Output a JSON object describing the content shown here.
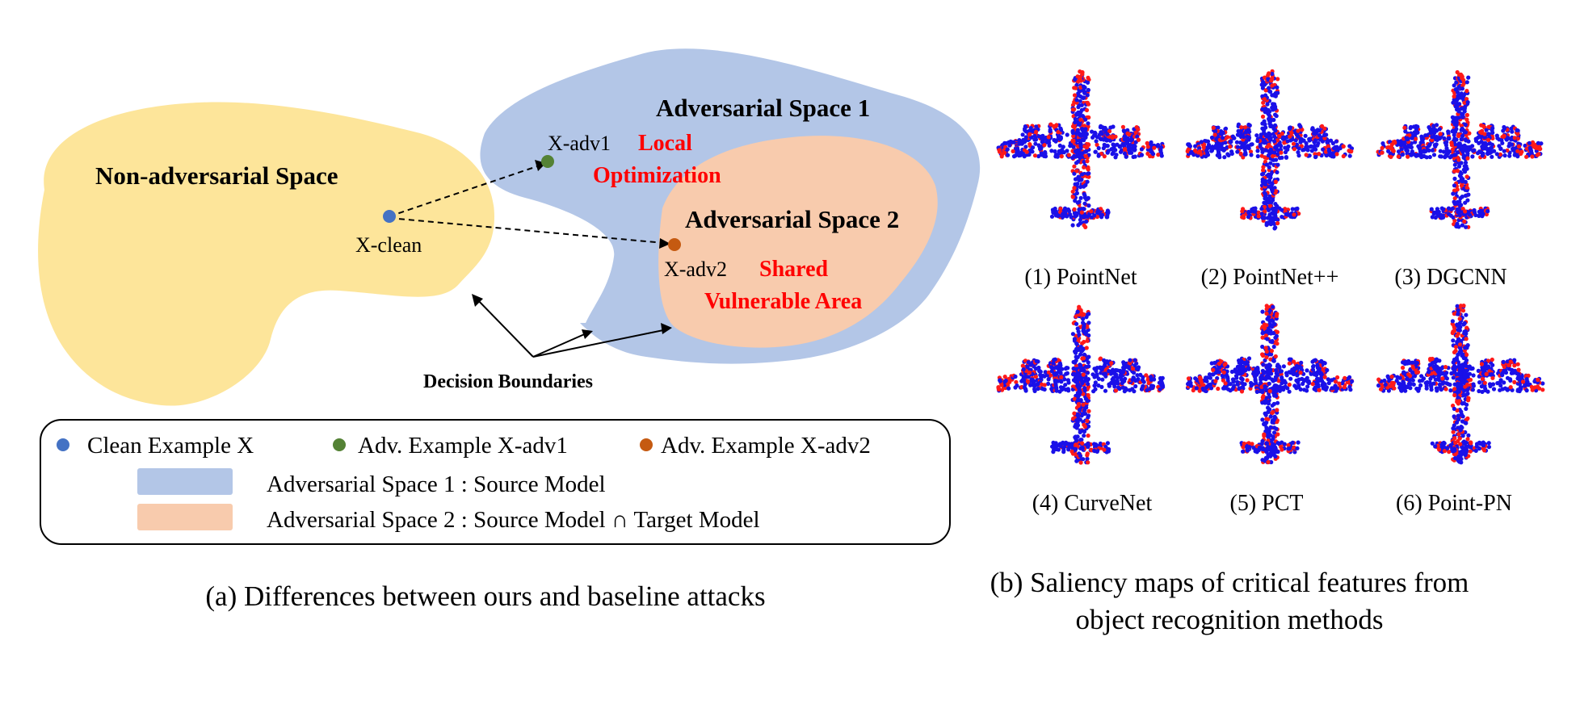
{
  "panel_a": {
    "non_adv_label": "Non-adversarial Space",
    "adv1_label": "Adversarial Space 1",
    "adv2_label": "Adversarial Space 2",
    "x_clean": "X-clean",
    "x_adv1": "X-adv1",
    "x_adv2": "X-adv2",
    "local_1": "Local",
    "local_2": "Optimization",
    "shared_1": "Shared",
    "shared_2": "Vulnerable Area",
    "boundaries": "Decision Boundaries",
    "legend": {
      "clean": "Clean Example X",
      "adv1": "Adv. Example X-adv1",
      "adv2": "Adv. Example X-adv2",
      "space1": "Adversarial Space 1 : Source Model",
      "space2": "Adversarial Space 2 : Source Model ∩ Target Model"
    },
    "caption": "(a) Differences between ours and baseline attacks",
    "colors": {
      "non_adv": "#fde59a",
      "adv1": "#b3c6e7",
      "adv2": "#f8cbad",
      "clean_dot": "#4472c4",
      "adv1_dot": "#548235",
      "adv2_dot": "#c55a11",
      "highlight": "#ff0000"
    }
  },
  "panel_b": {
    "labels": [
      "(1) PointNet",
      "(2) PointNet++",
      "(3) DGCNN",
      "(4) CurveNet",
      "(5) PCT",
      "(6) Point-PN"
    ],
    "caption_1": "(b) Saliency maps of critical features from",
    "caption_2": "object recognition methods",
    "colors": {
      "points": "#1a10e8",
      "salient": "#ff1a1a"
    }
  }
}
